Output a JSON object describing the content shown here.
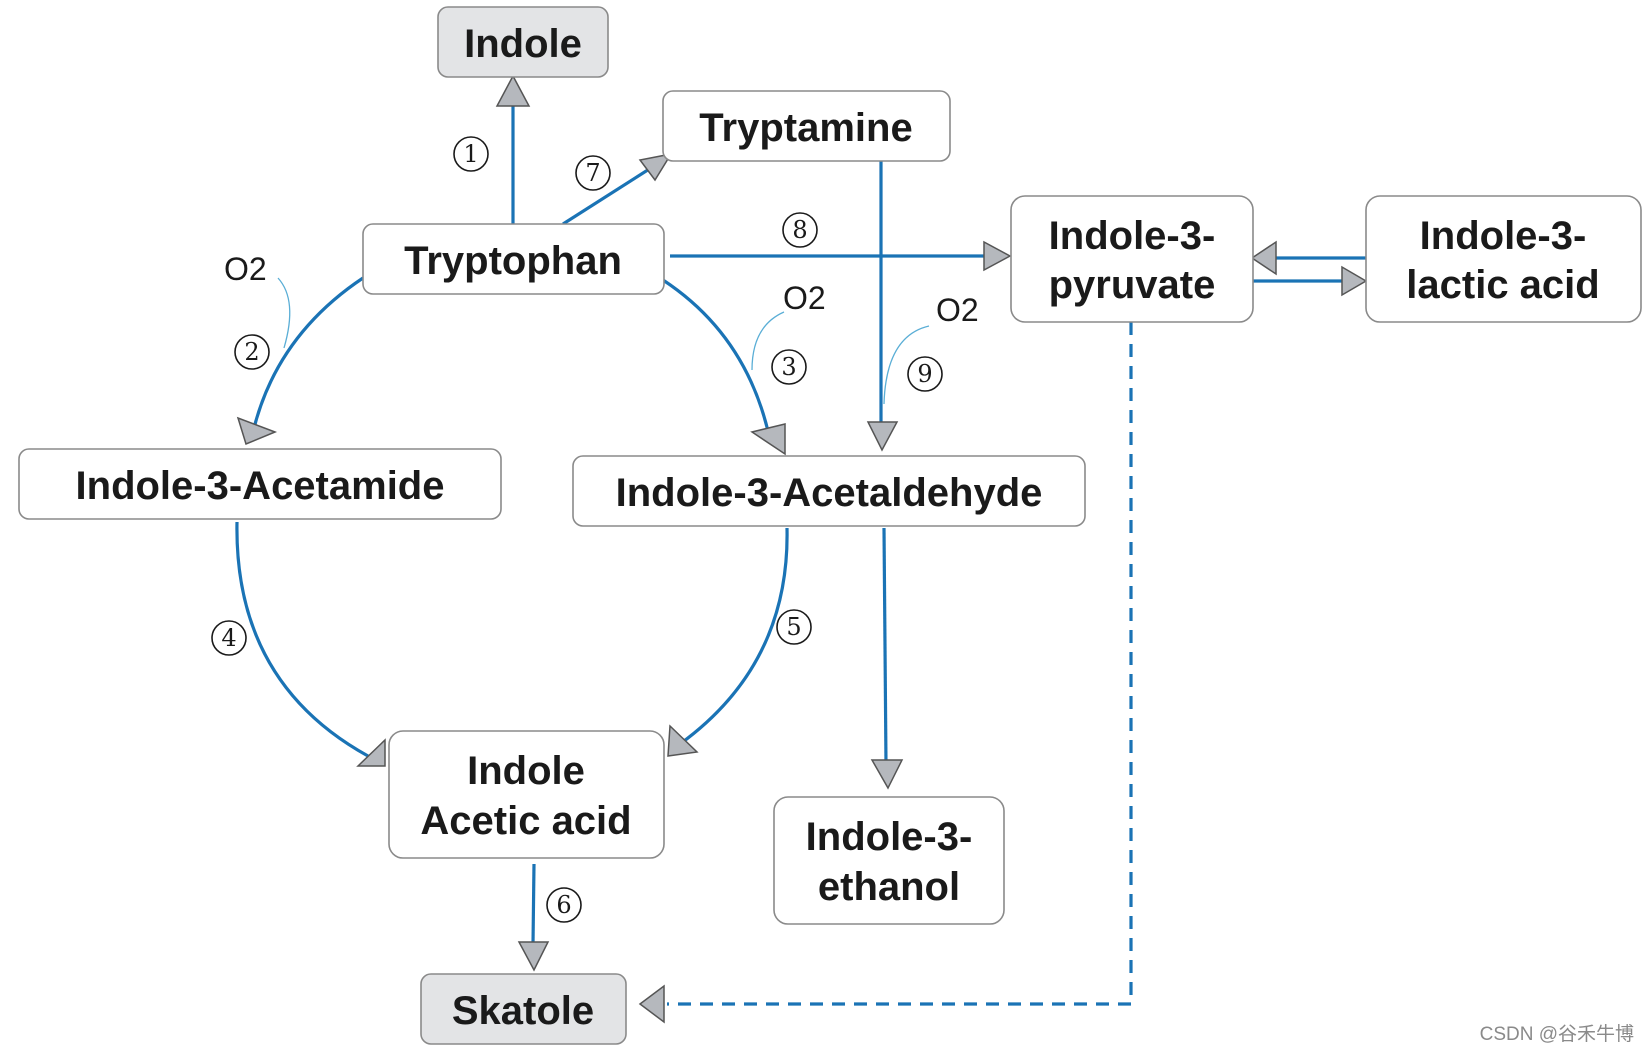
{
  "colors": {
    "edge": "#1a73b5",
    "o2_curve": "#5aaed6",
    "arrowhead_fill": "#b5b8bd",
    "box_fill": "#ffffff",
    "terminal_fill": "#e3e4e6"
  },
  "nodes": {
    "indole": [
      "Indole"
    ],
    "tryptamine": [
      "Tryptamine"
    ],
    "tryptophan": [
      "Tryptophan"
    ],
    "indole_3_pyruvate": [
      "Indole-3-",
      "pyruvate"
    ],
    "indole_3_lactic_acid": [
      "Indole-3-",
      "lactic acid"
    ],
    "indole_3_acetamide": [
      "Indole-3-Acetamide"
    ],
    "indole_3_acetaldehyde": [
      "Indole-3-Acetaldehyde"
    ],
    "indole_acetic_acid": [
      "Indole",
      "Acetic acid"
    ],
    "indole_3_ethanol": [
      "Indole-3-",
      "ethanol"
    ],
    "skatole": [
      "Skatole"
    ]
  },
  "steps": {
    "s1": "1",
    "s2": "2",
    "s3": "3",
    "s4": "4",
    "s5": "5",
    "s6": "6",
    "s7": "7",
    "s8": "8",
    "s9": "9"
  },
  "o2_labels": {
    "step2": "O2",
    "step3": "O2",
    "step9": "O2"
  },
  "watermark": "CSDN @谷禾牛博"
}
